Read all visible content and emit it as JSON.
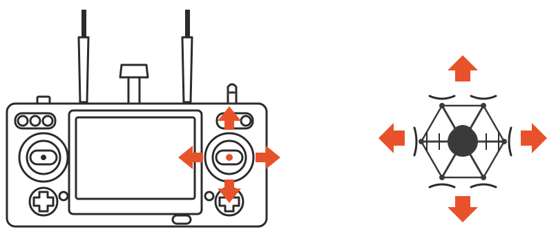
{
  "diagram": {
    "kind": "controller-right-stick-to-drone-horizontal-movement",
    "colors": {
      "outline": "#2b2b2b",
      "accent": "#e8522a",
      "drone_body": "#3a3a3a",
      "background": "#ffffff"
    },
    "controller": {
      "parts": [
        "left-antenna",
        "right-antenna",
        "center-antenna",
        "left-stick",
        "right-stick",
        "screen",
        "left-dpad",
        "right-dpad",
        "top-left-buttons",
        "top-right-button",
        "bottom-center-button",
        "right-shoulder-wheel"
      ]
    },
    "right_stick_arrows": [
      "up",
      "down",
      "left",
      "right"
    ],
    "drone": {
      "rotor_count": 6,
      "arrows": [
        "up",
        "down",
        "left",
        "right"
      ]
    }
  }
}
